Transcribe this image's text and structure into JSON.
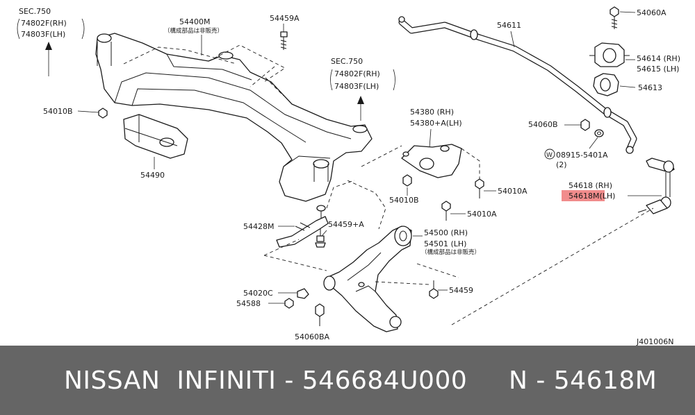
{
  "diagram": {
    "sec_left": {
      "title": "SEC.750",
      "rh": "74802F(RH)",
      "lh": "74803F(LH)"
    },
    "sec_mid": {
      "title": "SEC.750",
      "rh": "74802F(RH)",
      "lh": "74803F(LH)"
    },
    "labels": {
      "p54400m": "54400M",
      "p54400m_note": "（構成部品は非販売）",
      "p54459a": "54459A",
      "p54010b_left": "54010B",
      "p54490": "54490",
      "p54611": "54611",
      "p54060a": "54060A",
      "p54614": "54614 (RH)",
      "p54615": "54615 (LH)",
      "p54613": "54613",
      "p54060b": "54060B",
      "p08915": "08915-5401A",
      "p08915_qty": "(2)",
      "p54380": "54380 (RH)",
      "p54380a": "54380+A(LH)",
      "p54010a_1": "54010A",
      "p54010a_2": "54010A",
      "p54010b_mid": "54010B",
      "p54618": "54618  (RH)",
      "p54618m": "54618M(LH)",
      "p54428m": "54428M",
      "p54459pa": "54459+A",
      "p54500": "54500 (RH)",
      "p54501": "54501 (LH)",
      "p54500_note": "（構成部品は非販売）",
      "p54020c": "54020C",
      "p54588": "54588",
      "p54459": "54459",
      "p54060ba": "54060BA",
      "diagram_code": "J401006N"
    },
    "highlight_color": "#f08080"
  },
  "footer": {
    "text": "NISSAN  INFINITI - 546684U000     N - 54618M",
    "background": "#656565"
  }
}
